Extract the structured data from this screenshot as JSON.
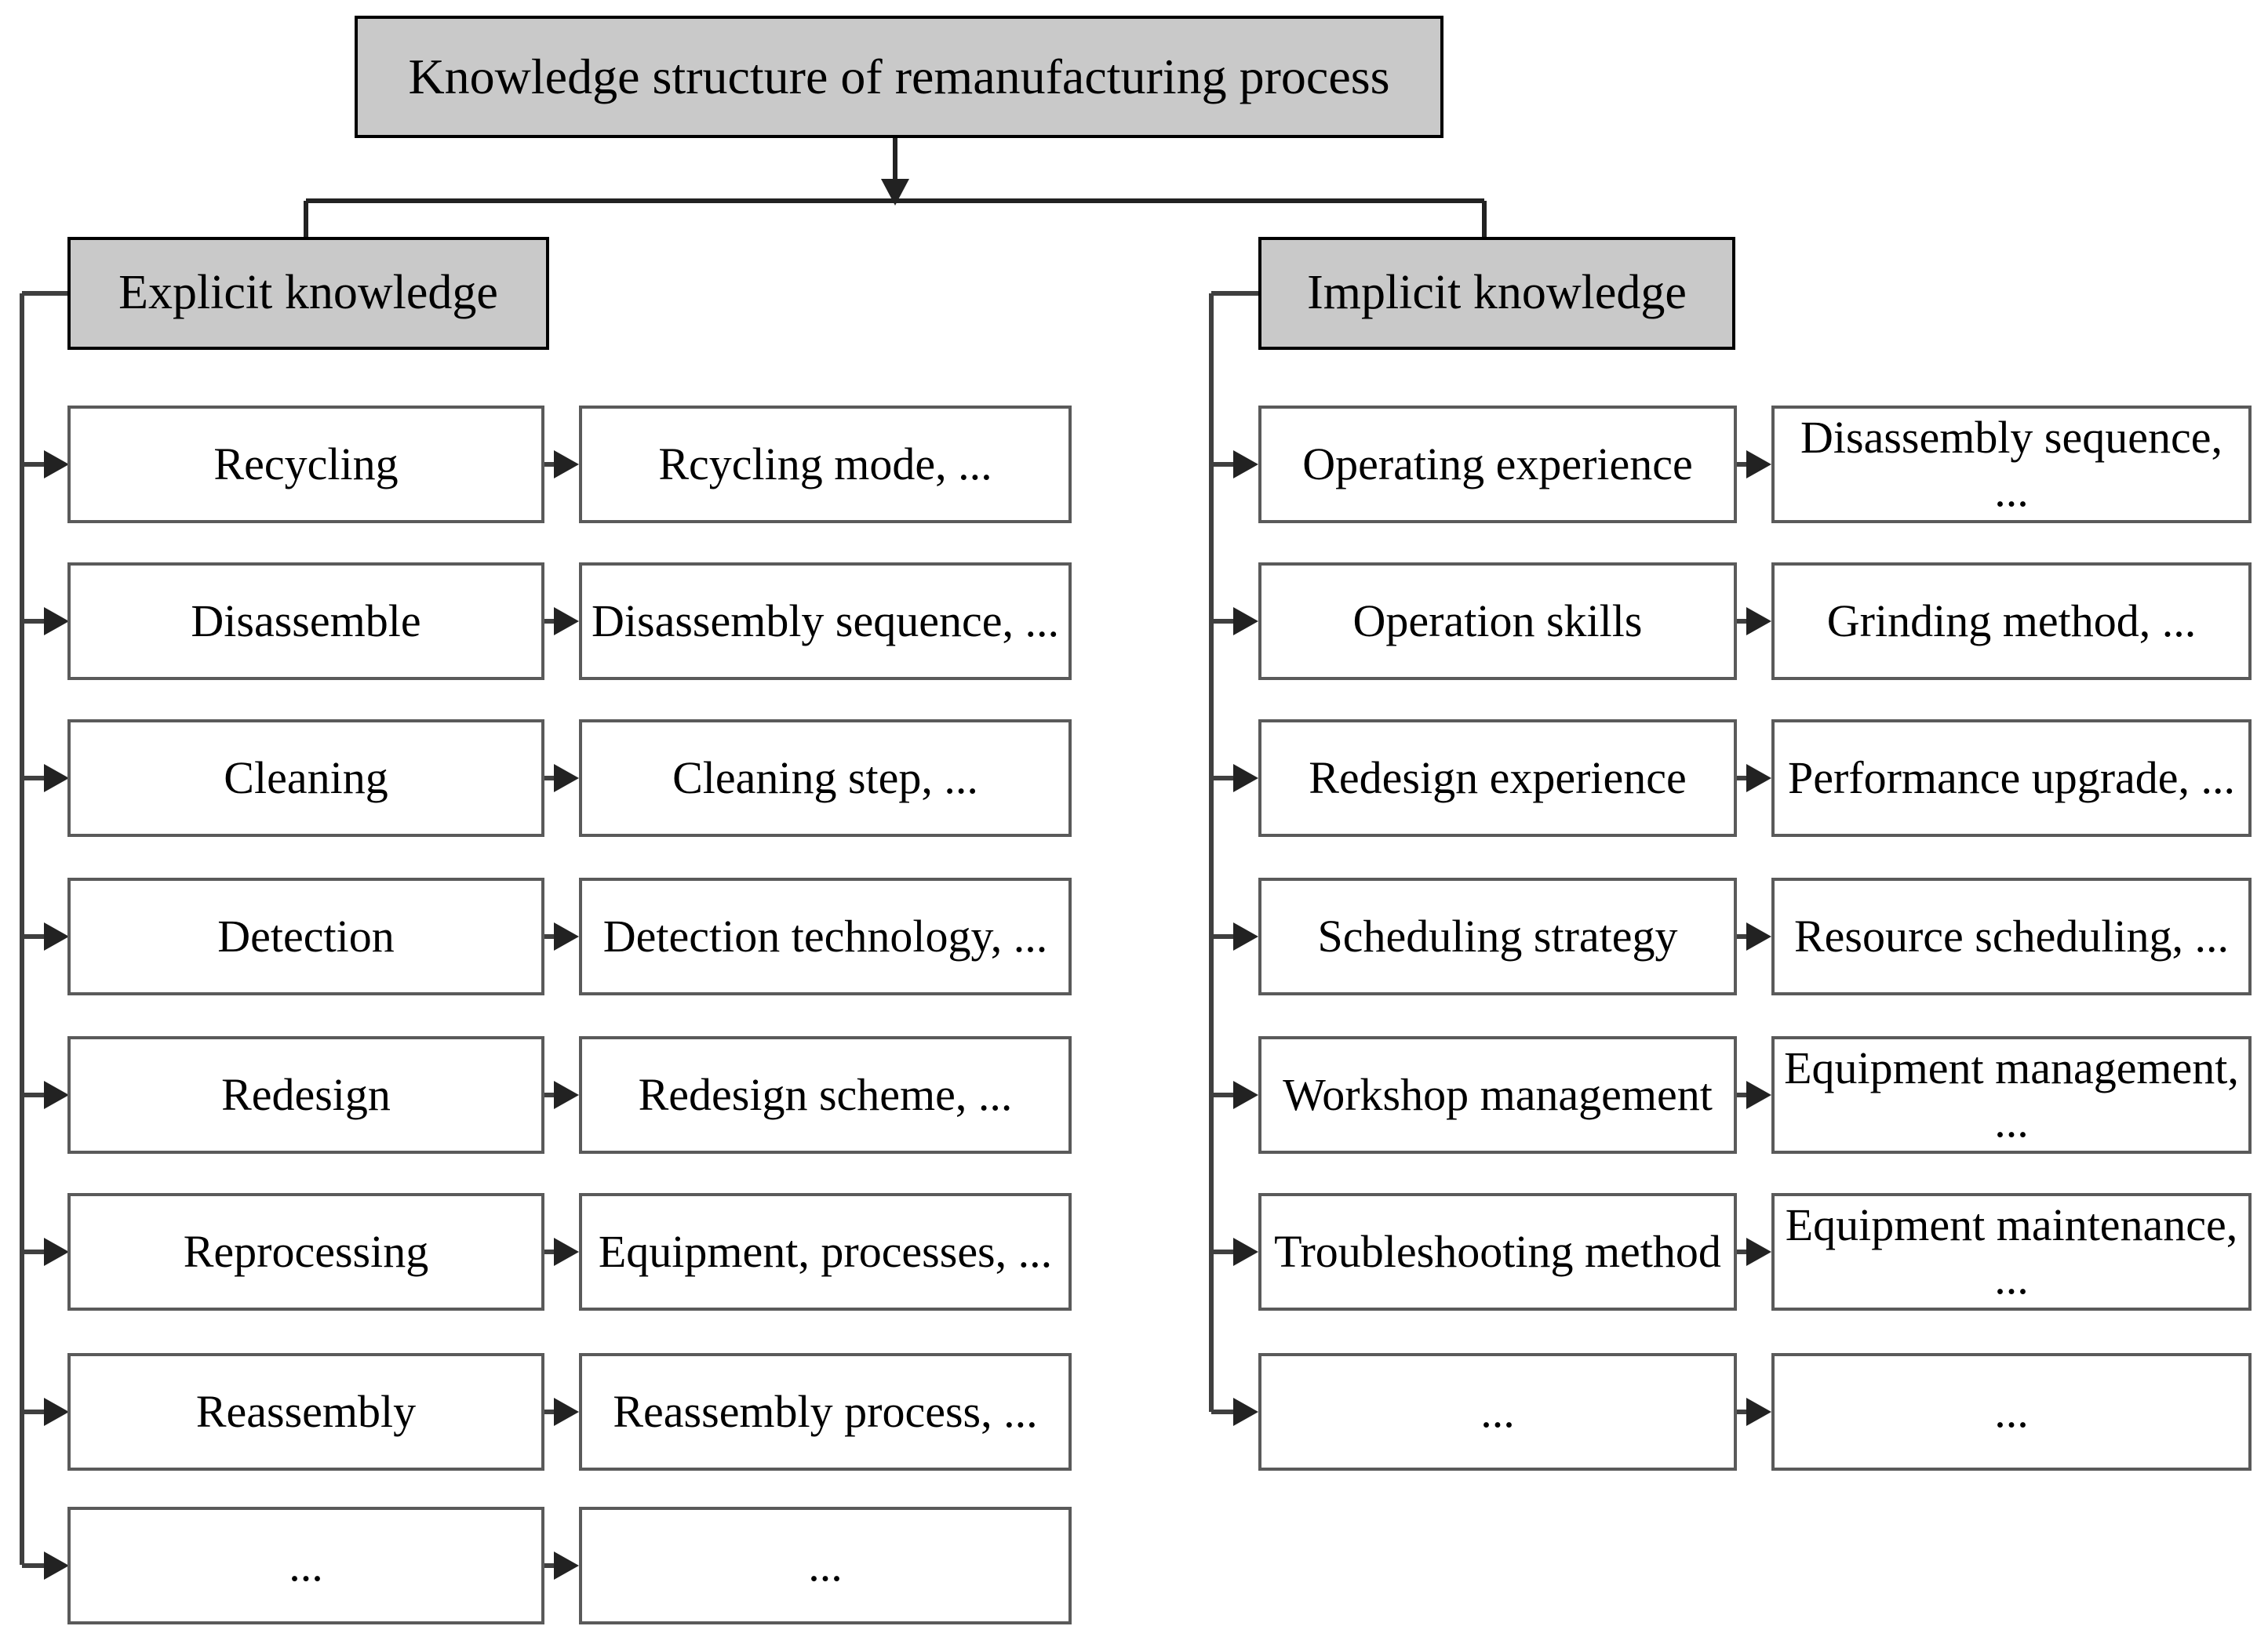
{
  "diagram": {
    "type": "tree-hierarchy",
    "title": "Knowledge structure of remanufacturing process",
    "root": {
      "label": "Knowledge structure of remanufacturing process"
    },
    "branches": [
      {
        "id": "explicit",
        "header": "Explicit knowledge",
        "rows": [
          {
            "category": "Recycling",
            "detail": "Rcycling mode, ..."
          },
          {
            "category": "Disassemble",
            "detail": "Disassembly sequence, ..."
          },
          {
            "category": "Cleaning",
            "detail": "Cleaning step, ..."
          },
          {
            "category": "Detection",
            "detail": "Detection technology, ..."
          },
          {
            "category": "Redesign",
            "detail": "Redesign scheme, ..."
          },
          {
            "category": "Reprocessing",
            "detail": "Equipment, processes, ..."
          },
          {
            "category": "Reassembly",
            "detail": "Reassembly process, ..."
          },
          {
            "category": "...",
            "detail": "..."
          }
        ]
      },
      {
        "id": "implicit",
        "header": "Implicit knowledge",
        "rows": [
          {
            "category": "Operating experience",
            "detail": "Disassembly sequence, ..."
          },
          {
            "category": "Operation skills",
            "detail": "Grinding method, ..."
          },
          {
            "category": "Redesign experience",
            "detail": "Performance upgrade, ..."
          },
          {
            "category": "Scheduling strategy",
            "detail": "Resource scheduling, ..."
          },
          {
            "category": "Workshop management",
            "detail": "Equipment management, ..."
          },
          {
            "category": "Troubleshooting method",
            "detail": "Equipment maintenance, ..."
          },
          {
            "category": "...",
            "detail": "..."
          }
        ]
      }
    ],
    "colors": {
      "shaded_fill": "#c9c9c9",
      "shaded_border": "#000000",
      "plain_fill": "#ffffff",
      "plain_border": "#5a5a5a",
      "wire": "#3f3f3f",
      "background": "#ffffff",
      "text": "#000000"
    }
  }
}
